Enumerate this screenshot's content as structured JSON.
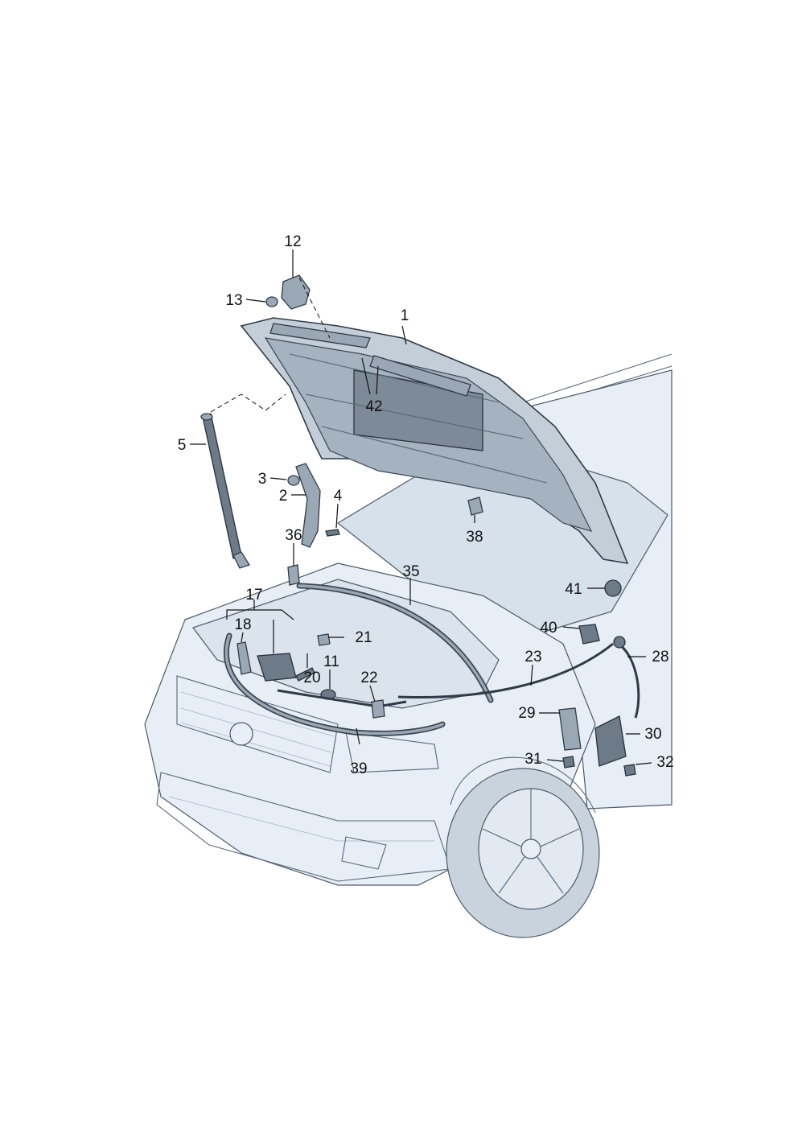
{
  "diagram": {
    "callouts": [
      {
        "id": "1",
        "text": "1"
      },
      {
        "id": "2",
        "text": "2"
      },
      {
        "id": "3",
        "text": "3"
      },
      {
        "id": "4",
        "text": "4"
      },
      {
        "id": "5",
        "text": "5"
      },
      {
        "id": "11",
        "text": "11"
      },
      {
        "id": "12",
        "text": "12"
      },
      {
        "id": "13",
        "text": "13"
      },
      {
        "id": "17",
        "text": "17"
      },
      {
        "id": "18",
        "text": "18"
      },
      {
        "id": "20",
        "text": "20"
      },
      {
        "id": "21",
        "text": "21"
      },
      {
        "id": "22",
        "text": "22"
      },
      {
        "id": "23",
        "text": "23"
      },
      {
        "id": "28",
        "text": "28"
      },
      {
        "id": "29",
        "text": "29"
      },
      {
        "id": "30",
        "text": "30"
      },
      {
        "id": "31",
        "text": "31"
      },
      {
        "id": "32",
        "text": "32"
      },
      {
        "id": "35",
        "text": "35"
      },
      {
        "id": "36",
        "text": "36"
      },
      {
        "id": "38",
        "text": "38"
      },
      {
        "id": "39",
        "text": "39"
      },
      {
        "id": "40",
        "text": "40"
      },
      {
        "id": "41",
        "text": "41"
      },
      {
        "id": "42",
        "text": "42"
      }
    ]
  }
}
